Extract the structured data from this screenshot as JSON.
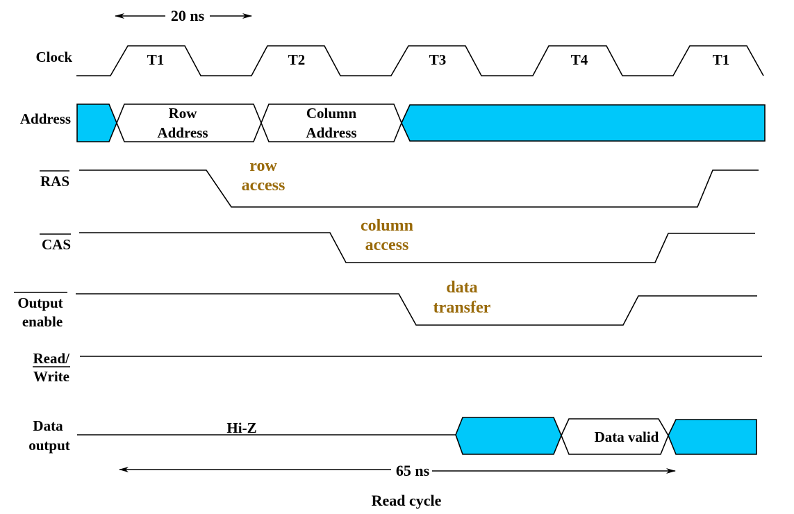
{
  "title": "Read cycle",
  "colors": {
    "bus_fill": "#00c8fa",
    "annotation": "#996a0a",
    "line": "#000000"
  },
  "timing": {
    "clock_period": "20 ns",
    "read_cycle": "65 ns"
  },
  "clock": {
    "label": "Clock",
    "phases": [
      "T1",
      "T2",
      "T3",
      "T4",
      "T1"
    ]
  },
  "signals": {
    "address": {
      "label": "Address",
      "row": [
        "Row",
        "Address"
      ],
      "column": [
        "Column",
        "Address"
      ]
    },
    "ras": {
      "label": "RAS",
      "active_low": true,
      "annotation": [
        "row",
        "access"
      ]
    },
    "cas": {
      "label": "CAS",
      "active_low": true,
      "annotation": [
        "column",
        "access"
      ]
    },
    "output_enable": {
      "label": [
        "Output",
        "enable"
      ],
      "active_low": true,
      "annotation": [
        "data",
        "transfer"
      ]
    },
    "read_write": {
      "label": [
        "Read/",
        "Write"
      ],
      "write_active_low": true
    },
    "data_output": {
      "label": [
        "Data",
        "output"
      ],
      "hiz": "Hi-Z",
      "valid": "Data valid"
    }
  }
}
